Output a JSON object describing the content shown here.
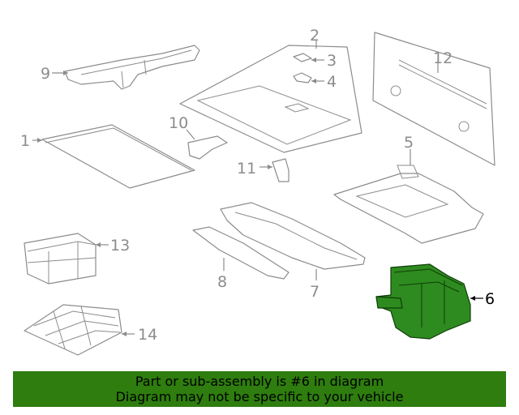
{
  "callouts": {
    "c1": "1",
    "c2": "2",
    "c3": "3",
    "c4": "4",
    "c5": "5",
    "c6": "6",
    "c7": "7",
    "c8": "8",
    "c9": "9",
    "c10": "10",
    "c11": "11",
    "c12": "12",
    "c13": "13",
    "c14": "14"
  },
  "highlighted_part": "6",
  "colors": {
    "highlight": "#2e8b1f",
    "banner": "#2e7d0e",
    "line": "#8c8c8c"
  },
  "banner": {
    "line1": "Part or sub-assembly is #6 in diagram",
    "line2": "Diagram may not be specific to your vehicle"
  }
}
